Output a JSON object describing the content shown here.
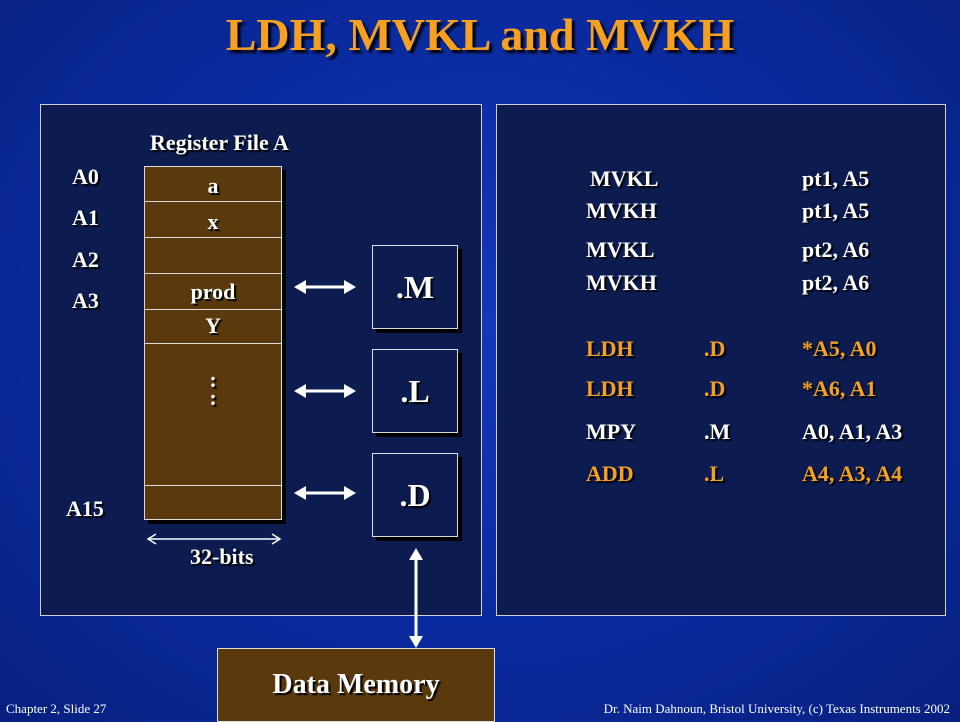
{
  "title": "LDH, MVKL and MVKH",
  "register_file": {
    "title": "Register File A",
    "labels": {
      "a0": "A0",
      "a1": "A1",
      "a2": "A2",
      "a3": "A3",
      "a15": "A15"
    },
    "cells": {
      "c0": "a",
      "c1": "x",
      "c3": "prod",
      "c4": "Y",
      "dots": ":\n:"
    },
    "width_label": "32-bits"
  },
  "units": {
    "m": ".M",
    "l": ".L",
    "d": ".D"
  },
  "data_memory": "Data Memory",
  "code": [
    {
      "op": "MVKL",
      "unit": "",
      "args": "pt1, A5",
      "color": "white"
    },
    {
      "op": "MVKH",
      "unit": "",
      "args": "pt1, A5",
      "color": "white"
    },
    {
      "op": "MVKL",
      "unit": "",
      "args": "pt2, A6",
      "color": "white"
    },
    {
      "op": "MVKH",
      "unit": "",
      "args": "pt2, A6",
      "color": "white"
    },
    {
      "op": "LDH",
      "unit": ".D",
      "args": "*A5, A0",
      "color": "orange"
    },
    {
      "op": "LDH",
      "unit": ".D",
      "args": "*A6, A1",
      "color": "orange"
    },
    {
      "op": "MPY",
      "unit": ".M",
      "args": "A0, A1, A3",
      "color": "white"
    },
    {
      "op": "ADD",
      "unit": ".L",
      "args": "A4, A3, A4",
      "color": "orange"
    }
  ],
  "footer": {
    "left": "Chapter 2, Slide 27",
    "right": "Dr. Naim Dahnoun, Bristol University,  (c) Texas Instruments 2002"
  },
  "colors": {
    "background": "#0a2a9e",
    "title": "#f5a020",
    "register": "#5a3a0c",
    "highlight": "#f5a020"
  }
}
